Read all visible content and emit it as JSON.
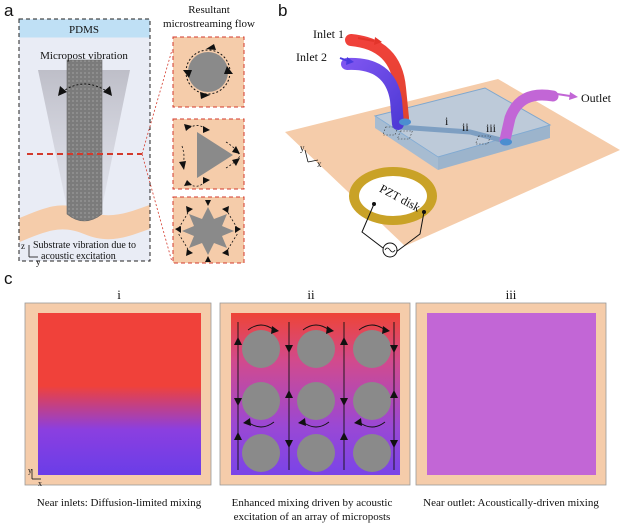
{
  "panel_a": {
    "letter": "a",
    "pdms_label": "PDMS",
    "micropost_label": "Micropost vibration",
    "flow_title_line1": "Resultant",
    "flow_title_line2": "microstreaming flow",
    "substrate_line1": "Substrate vibration due to",
    "substrate_line2": "acoustic excitation",
    "axis_z": "z",
    "axis_y": "y"
  },
  "panel_b": {
    "letter": "b",
    "inlet1": "Inlet 1",
    "inlet2": "Inlet 2",
    "outlet": "Outlet",
    "pos_i": "i",
    "pos_ii": "ii",
    "pos_iii": "iii",
    "pzt_label": "PZT disk",
    "axis_y": "y",
    "axis_x": "x"
  },
  "panel_c": {
    "letter": "c",
    "col_i": "i",
    "col_ii": "ii",
    "col_iii": "iii",
    "caption_i": "Near inlets: Diffusion-limited mixing",
    "caption_ii_line1": "Enhanced mixing driven by acoustic",
    "caption_ii_line2": "excitation of an array of microposts",
    "caption_iii": "Near outlet: Acoustically-driven mixing",
    "axis_y": "y",
    "axis_x": "x"
  },
  "colors": {
    "red": "#f0413a",
    "blue": "#6a3de8",
    "purple": "#c266d6",
    "beige": "#f5ccaa",
    "post": "#8a8a8a",
    "pzt_ring": "#c9a227",
    "pdms": "#bfe0f5",
    "dashed_red": "#d33a2c"
  }
}
